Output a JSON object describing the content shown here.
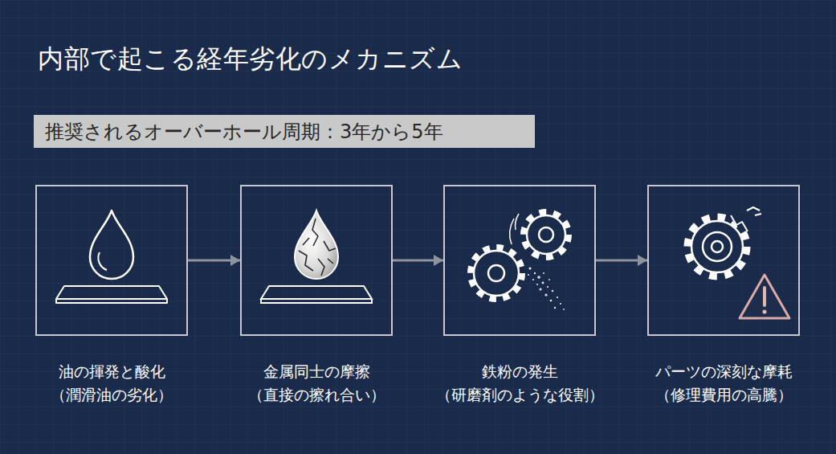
{
  "diagram": {
    "title": "内部で起こる経年劣化のメカニズム",
    "nodes": [
      {
        "text": [
          "推奨されるオーバーホール周期：3年から5年"
        ]
      },
      {
        "text": [
          "油の揮発と酸化",
          "（潤滑油の劣化）"
        ]
      },
      {
        "text": [
          "金属同士の摩擦",
          "（直接の擦れ合い）"
        ]
      },
      {
        "text": [
          "鉄粉の発生",
          "（研磨剤のような役割）"
        ]
      },
      {
        "text": [
          "パーツの深刻な摩耗",
          "（修理費用の高騰）"
        ]
      }
    ],
    "edges": [
      {
        "from": 1,
        "to": 2,
        "arrow": "to"
      },
      {
        "from": 2,
        "to": 3,
        "arrow": "to"
      },
      {
        "from": 3,
        "to": 4,
        "arrow": "to"
      }
    ]
  }
}
